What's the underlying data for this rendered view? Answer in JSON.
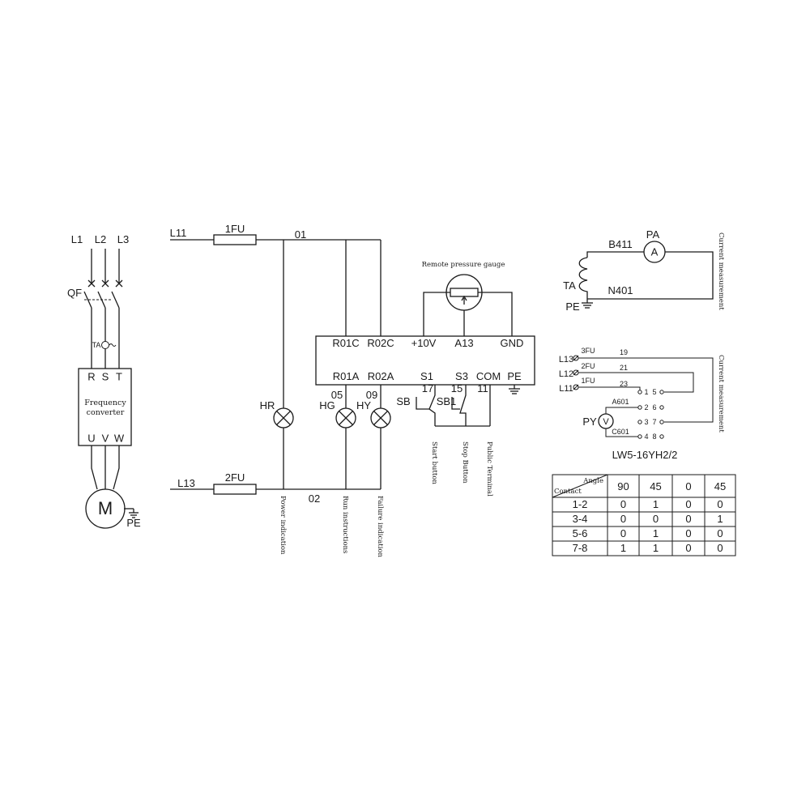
{
  "left_circuit": {
    "phases": [
      "L1",
      "L2",
      "L3"
    ],
    "breaker": "QF",
    "ct_small": "TA",
    "inputs": [
      "R",
      "S",
      "T"
    ],
    "converter_line1": "Frequency",
    "converter_line2": "converter",
    "outputs": [
      "U",
      "V",
      "W"
    ],
    "motor": "M",
    "ground": "PE"
  },
  "control": {
    "line_top": "L11",
    "fuse_top": "1FU",
    "node_top": "01",
    "line_bottom": "L13",
    "fuse_bottom": "2FU",
    "node_bottom": "02",
    "gauge_label": "Remote pressure gauge",
    "terms_top": [
      "R01C",
      "R02C",
      "+10V",
      "A13",
      "GND"
    ],
    "terms_bottom": [
      "R01A",
      "R02A",
      "S1",
      "S3",
      "COM",
      "PE"
    ],
    "lamps": [
      "HR",
      "HG",
      "HY"
    ],
    "wire_nums": [
      "05",
      "09",
      "17",
      "15",
      "11"
    ],
    "buttons": [
      "SB",
      "SB1"
    ],
    "notes": [
      "Power indication",
      "Run instructions",
      "Failure indication",
      "Start button",
      "Stop Button",
      "Public Terminal"
    ]
  },
  "ammeter": {
    "ct": "TA",
    "meter": "PA",
    "meter_symbol": "A",
    "wire_top": "B411",
    "wire_bottom": "N401",
    "ground": "PE",
    "note": "Current measurement"
  },
  "voltmeter": {
    "lines": [
      "L13",
      "L12",
      "L11"
    ],
    "fuses": [
      "3FU",
      "2FU",
      "1FU"
    ],
    "wires": [
      "19",
      "21",
      "23"
    ],
    "wire_a": "A601",
    "wire_c": "C601",
    "meter": "PY",
    "meter_symbol": "V",
    "contacts": [
      "1",
      "5",
      "2",
      "6",
      "3",
      "7",
      "4",
      "8"
    ],
    "switch_model": "LW5-16YH2/2",
    "note": "Current measurement"
  },
  "table": {
    "corner_top": "Angle",
    "corner_bottom": "Contact",
    "angles": [
      "90",
      "45",
      "0",
      "45"
    ],
    "rows": [
      {
        "contact": "1-2",
        "values": [
          "0",
          "1",
          "0",
          "0"
        ]
      },
      {
        "contact": "3-4",
        "values": [
          "0",
          "0",
          "0",
          "1"
        ]
      },
      {
        "contact": "5-6",
        "values": [
          "0",
          "1",
          "0",
          "0"
        ]
      },
      {
        "contact": "7-8",
        "values": [
          "1",
          "1",
          "0",
          "0"
        ]
      }
    ]
  }
}
